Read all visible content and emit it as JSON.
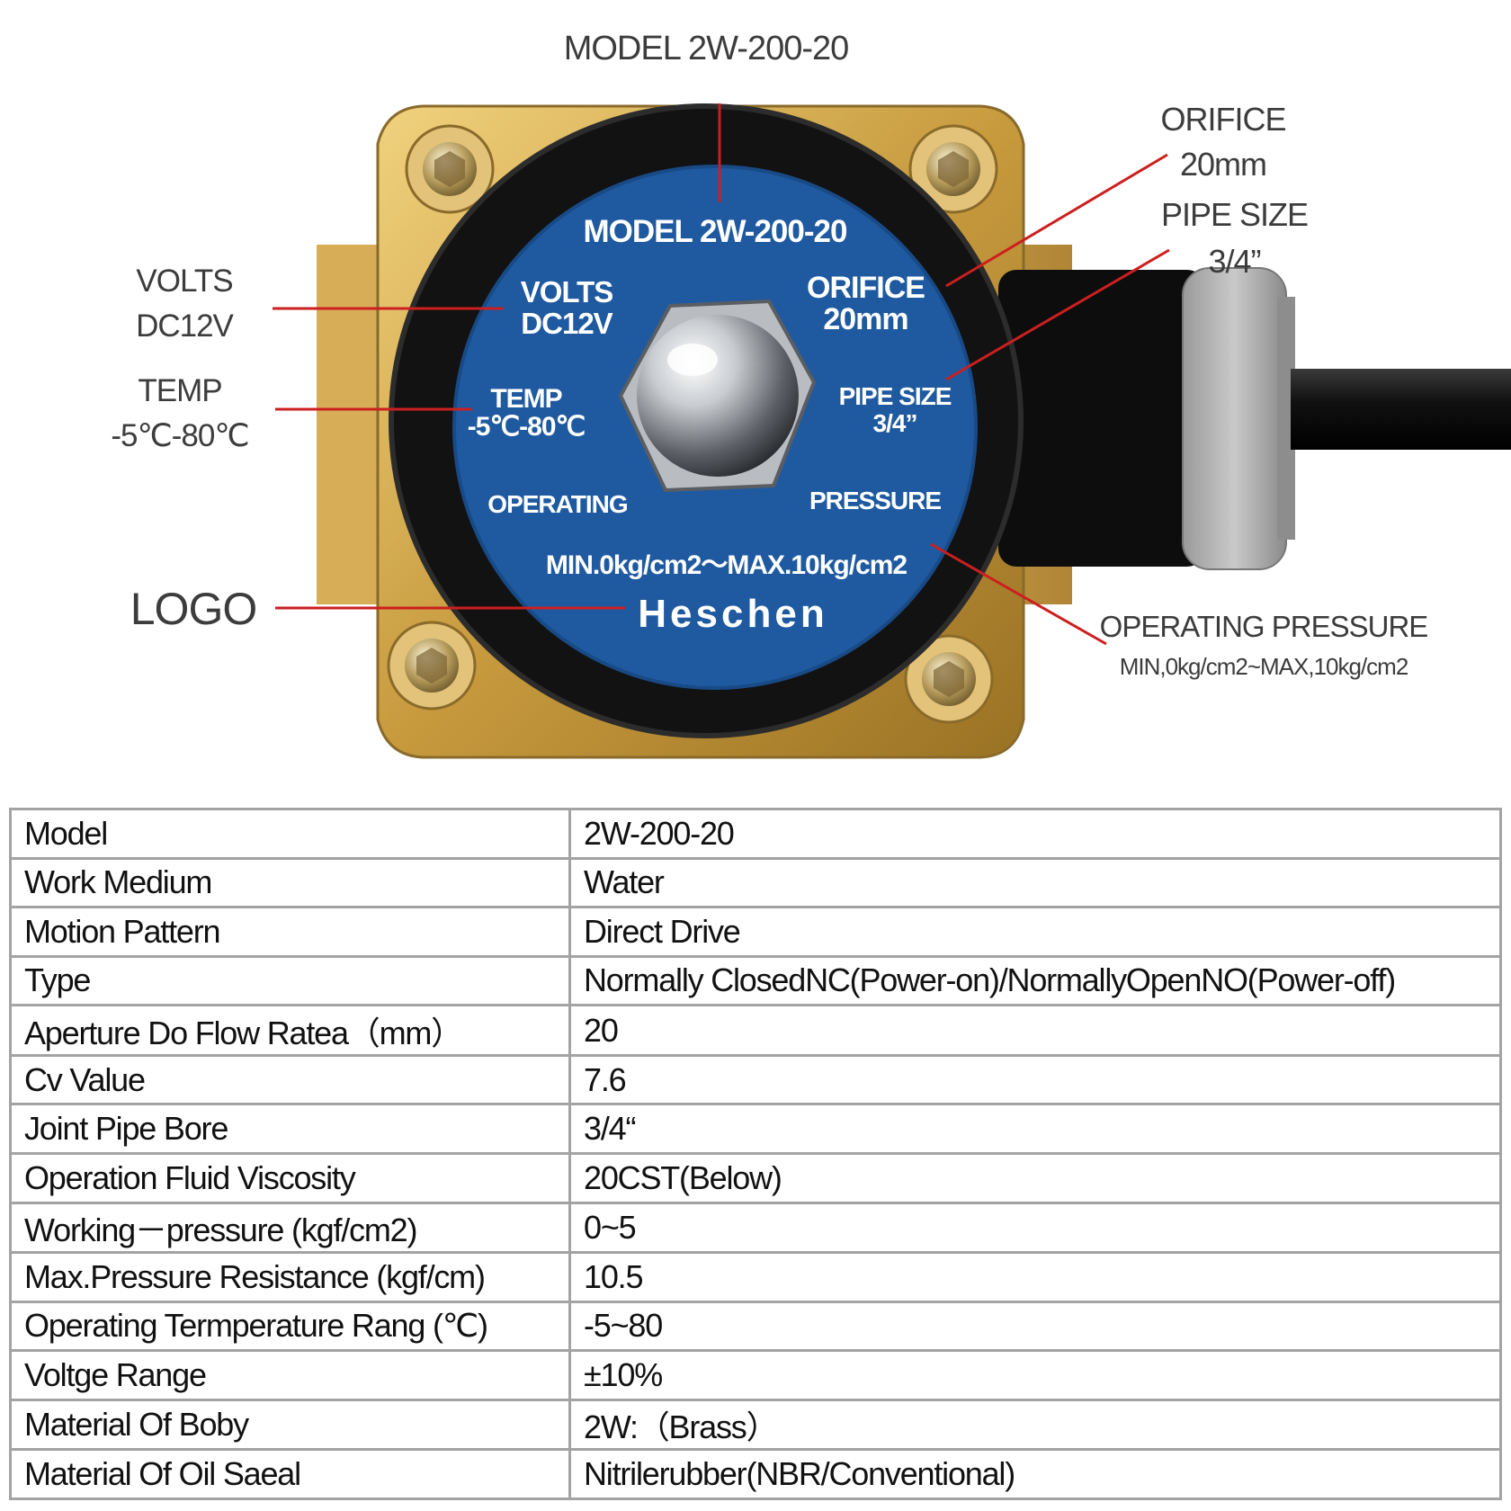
{
  "callouts": {
    "model": "MODEL 2W-200-20",
    "orifice": {
      "line1": "ORIFICE",
      "line2": "20mm"
    },
    "pipe_size": {
      "line1": "PIPE SIZE",
      "line2": "3/4”"
    },
    "volts": {
      "line1": "VOLTS",
      "line2": "DC12V"
    },
    "temp": {
      "line1": "TEMP",
      "line2": "-5℃-80℃"
    },
    "logo": "LOGO",
    "operating_pressure": {
      "line1": "OPERATING PRESSURE",
      "line2": "MIN,0kg/cm2~MAX,10kg/cm2"
    }
  },
  "valve_face": {
    "model": "MODEL  2W-200-20",
    "volts": {
      "line1": "VOLTS",
      "line2": "DC12V"
    },
    "orifice": {
      "line1": "ORIFICE",
      "line2": "20mm"
    },
    "temp": {
      "line1": "TEMP",
      "line2": "-5℃-80℃"
    },
    "pipe_size": {
      "line1": "PIPE SIZE",
      "line2": "3/4”"
    },
    "operating": "OPERATING",
    "pressure": "PRESSURE",
    "pressure_range": "MIN.0kg/cm2～MAX.10kg/cm2",
    "brand": "Heschen"
  },
  "colors": {
    "leader_line": "#cc1f1f",
    "label_face": "#1f5aa0",
    "brass": "#c9a04a",
    "coil": "#111111"
  },
  "spec_table": [
    {
      "key": "Model",
      "value": "2W-200-20"
    },
    {
      "key": "Work Medium",
      "value": "Water"
    },
    {
      "key": "Motion Pattern",
      "value": "Direct Drive"
    },
    {
      "key": "Type",
      "value": "Normally ClosedNC(Power-on)/NormallyOpenNO(Power-off)"
    },
    {
      "key": "Aperture Do Flow Ratea（mm）",
      "value": "20"
    },
    {
      "key": "Cv Value",
      "value": "7.6"
    },
    {
      "key": "Joint Pipe Bore",
      "value": "3/4“"
    },
    {
      "key": "Operation Fluid Viscosity",
      "value": "20CST(Below)"
    },
    {
      "key": "Working－pressure (kgf/cm2)",
      "value": "0~5"
    },
    {
      "key": "Max.Pressure Resistance (kgf/cm)",
      "value": "10.5"
    },
    {
      "key": "Operating Termperature Rang (℃)",
      "value": "-5~80"
    },
    {
      "key": "Voltge Range",
      "value": "±10%"
    },
    {
      "key": "Material Of Boby",
      "value": "2W:（Brass）"
    },
    {
      "key": "Material Of Oil Saeal",
      "value": "Nitrilerubber(NBR/Conventional)"
    }
  ]
}
